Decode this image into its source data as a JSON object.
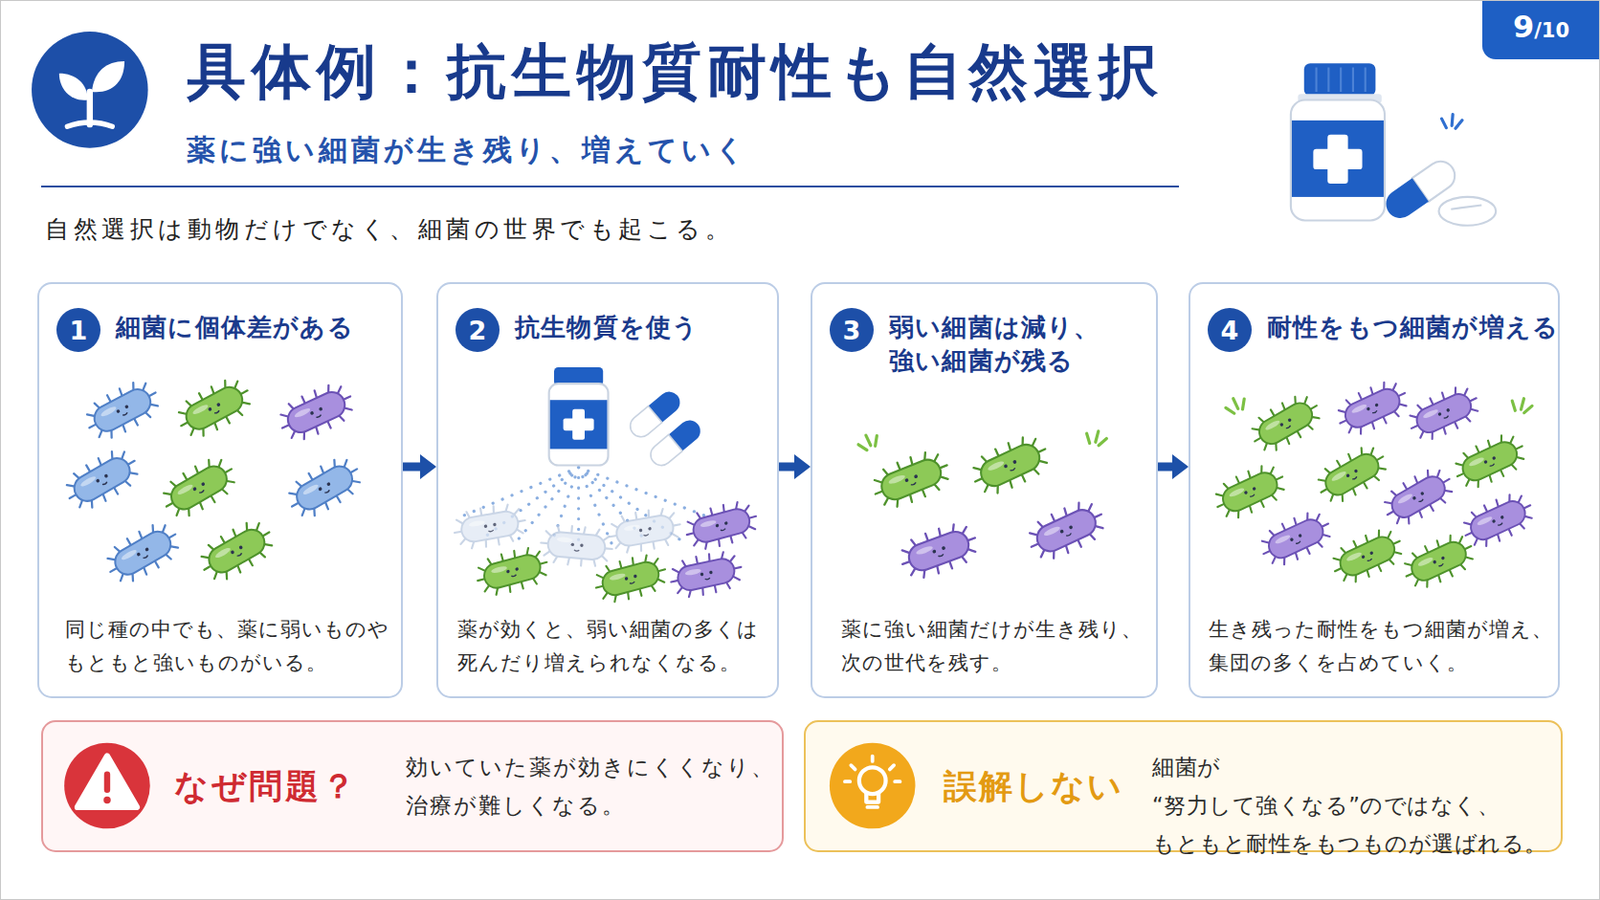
{
  "diagram": {
    "title": "具体例：抗生物質耐性も自然選択",
    "nodes": [
      {
        "text": [
          "9",
          "/10"
        ]
      },
      {
        "text": [
          "細菌に個体差がある",
          "同じ種の中でも、薬に弱いものや もともと強いものがいる。"
        ]
      },
      {
        "text": [
          "1"
        ],
        "in": 1
      },
      {
        "text": [
          "抗生物質を使う",
          "薬が効くと、弱い細菌の多くは 死んだり増えられなくなる。"
        ]
      },
      {
        "text": [
          "2"
        ],
        "in": 3
      },
      {
        "text": [
          "弱い細菌は減り、 強い細菌が残る",
          "薬に強い細菌だけが生き残り、 次の世代を残す。"
        ]
      },
      {
        "text": [
          "3"
        ],
        "in": 5
      },
      {
        "text": [
          "耐性をもつ細菌が増える",
          "生き残った耐性をもつ細菌が増え、 集団の多くを占めていく。"
        ]
      },
      {
        "text": [
          "4"
        ],
        "in": 7
      },
      {
        "text": [
          "なぜ問題？",
          "効いていた薬が効きにくくなり、 治療が難しくなる。"
        ]
      },
      {
        "text": [
          "誤解しない",
          "細菌が “努力して強くなる”のではなく、 もともと耐性をもつものが選ばれる。"
        ]
      }
    ],
    "edges": [
      {
        "from": 1,
        "to": 3,
        "arrow": "to"
      },
      {
        "from": 3,
        "to": 5,
        "arrow": "to"
      },
      {
        "from": 5,
        "to": 7,
        "arrow": "to"
      }
    ],
    "labels": [
      "薬に強い細菌が生き残り、増えていく",
      "自然選択は動物だけでなく、細菌の世界でも起こる。"
    ]
  }
}
